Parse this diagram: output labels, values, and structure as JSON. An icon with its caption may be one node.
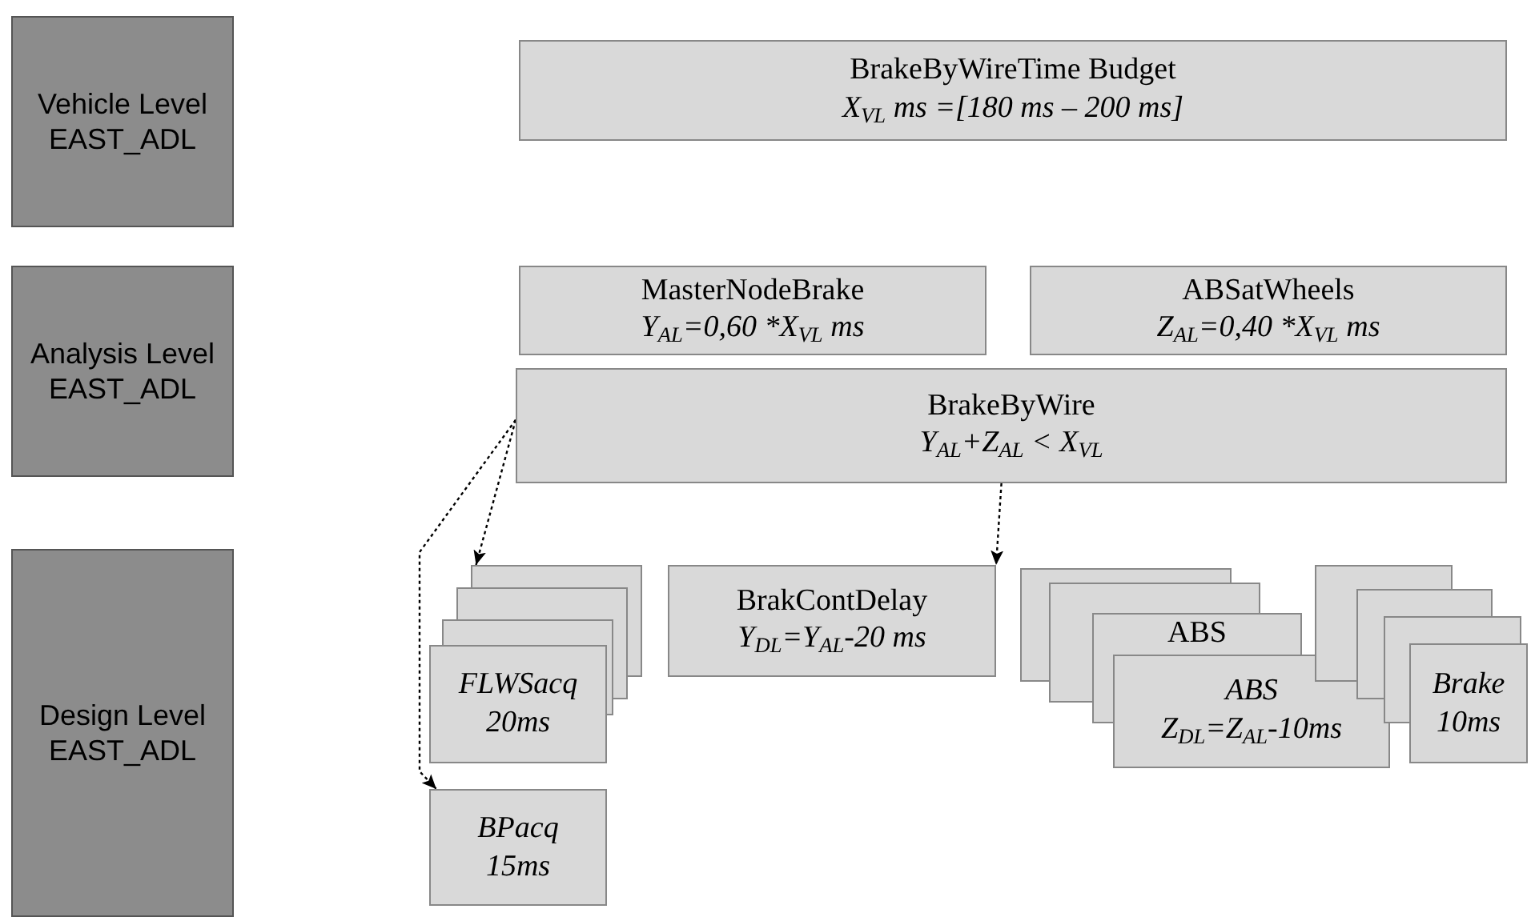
{
  "diagram": {
    "nodes": [
      {
        "text": [
          "Vehicle Level EAST_ADL"
        ]
      },
      {
        "text": [
          "Analysis Level EAST_ADL"
        ]
      },
      {
        "text": [
          "Design Level EAST_ADL"
        ]
      },
      {
        "text": [
          "BrakeByWireTime Budget",
          "X$_{VL}$ ms =[180 ms – 200 ms]"
        ]
      },
      {
        "text": [
          "MasterNodeBrake",
          "Y$_{AL}$=0,60 *X$_{VL}$ ms"
        ]
      },
      {
        "text": [
          "ABSatWheels",
          "Z$_{AL}$=0,40 *X$_{VL}$ ms"
        ]
      },
      {
        "text": [
          "BrakeByWire",
          "Y$_{AL}$+Z$_{AL}$ < X$_{VL}$"
        ]
      },
      {
        "text": [
          "FLWSacq",
          "20ms"
        ]
      },
      {
        "text": [
          "BrakContDelay",
          "Y$_{DL}$=Y$_{AL}$-20 ms"
        ]
      },
      {
        "text": [
          "ABS",
          "ABS",
          "Z$_{DL}$=Z$_{AL}$-10ms"
        ]
      },
      {
        "text": [
          "Brake",
          "10ms"
        ]
      },
      {
        "text": [
          "BPacq",
          "15ms"
        ]
      }
    ],
    "edges": [
      {
        "from": 6,
        "to": 7,
        "arrow": "to",
        "style": "dashed"
      },
      {
        "from": 6,
        "to": 11,
        "arrow": "to",
        "style": "dashed"
      },
      {
        "from": 6,
        "to": 8,
        "arrow": "to",
        "style": "dashed"
      }
    ]
  }
}
